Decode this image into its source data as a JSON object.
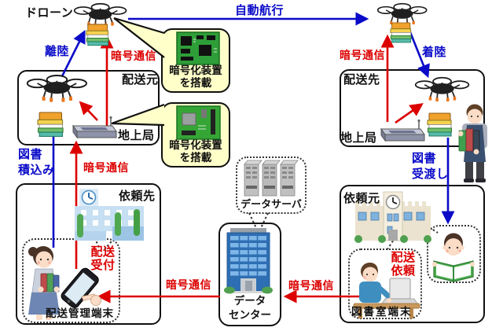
{
  "labels": {
    "drone": "ドローン",
    "auto_nav": "自動航行",
    "takeoff": "離陸",
    "landing": "着陸",
    "encrypted_comm": "暗号通信",
    "delivery_origin": "配送元",
    "delivery_dest": "配送先",
    "ground_station": "地上局",
    "book_loading": "図書\n積込み",
    "book_handover": "図書\n受渡し",
    "request_dest": "依頼先",
    "request_origin": "依頼元",
    "data_server": "データサーバ",
    "data_center": "データ\nセンター",
    "delivery_reception": "配送\n受付",
    "delivery_request": "配送\n依頼",
    "delivery_mgmt_terminal": "配送管理端末",
    "library_terminal": "図書室端末",
    "encryption_device": "暗号化装置\nを搭載"
  },
  "colors": {
    "blue": "#0A0AC8",
    "red": "#DC0000",
    "callout_fill": "#FFFFC9"
  }
}
